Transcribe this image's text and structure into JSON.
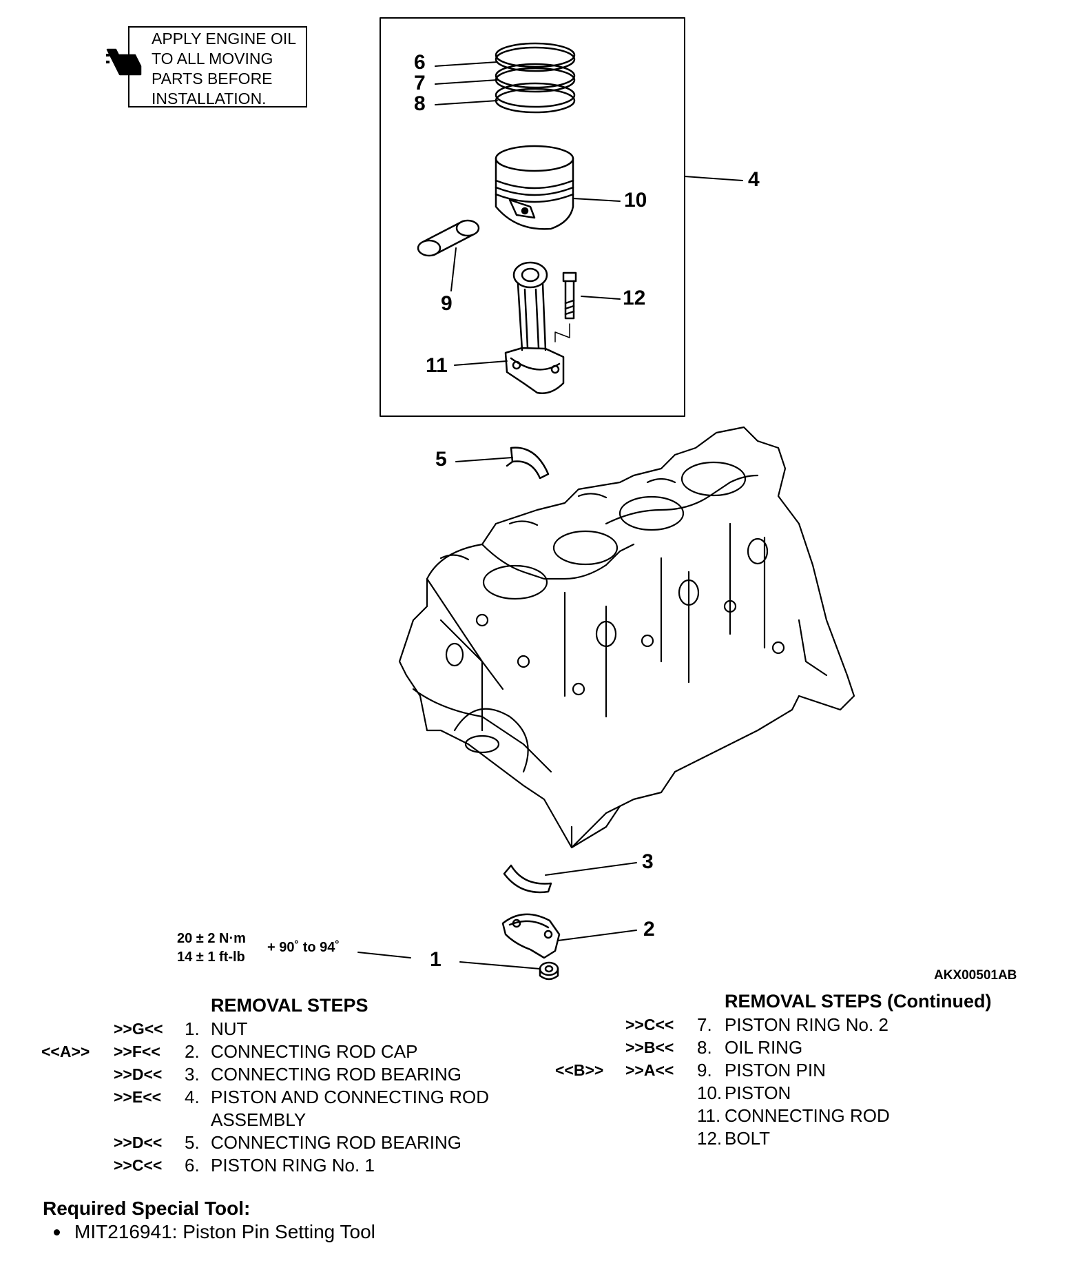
{
  "note": {
    "lines": [
      "APPLY ENGINE OIL",
      "TO ALL MOVING",
      "PARTS BEFORE",
      "INSTALLATION."
    ],
    "icon": "oil-can-icon"
  },
  "callouts": {
    "c1": "1",
    "c2": "2",
    "c3": "3",
    "c4": "4",
    "c5": "5",
    "c6": "6",
    "c7": "7",
    "c8": "8",
    "c9": "9",
    "c10": "10",
    "c11": "11",
    "c12": "12"
  },
  "torque": {
    "nm": "20 ± 2 N·m",
    "ftlb": "14 ± 1 ft-lb",
    "angle": "+ 90˚ to 94˚"
  },
  "figure_code": "AKX00501AB",
  "removal_left": {
    "heading": "REMOVAL STEPS",
    "items": [
      {
        "pre": "",
        "mark": ">>G<<",
        "num": "1.",
        "text": "NUT"
      },
      {
        "pre": "<<A>>",
        "mark": ">>F<<",
        "num": "2.",
        "text": "CONNECTING ROD CAP"
      },
      {
        "pre": "",
        "mark": ">>D<<",
        "num": "3.",
        "text": "CONNECTING ROD BEARING"
      },
      {
        "pre": "",
        "mark": ">>E<<",
        "num": "4.",
        "text": "PISTON AND CONNECTING ROD",
        "text2": "ASSEMBLY"
      },
      {
        "pre": "",
        "mark": ">>D<<",
        "num": "5.",
        "text": "CONNECTING ROD BEARING"
      },
      {
        "pre": "",
        "mark": ">>C<<",
        "num": "6.",
        "text": "PISTON RING No. 1"
      }
    ]
  },
  "removal_right": {
    "heading": "REMOVAL STEPS (Continued)",
    "items": [
      {
        "pre": "",
        "mark": ">>C<<",
        "num": "7.",
        "text": "PISTON RING No. 2"
      },
      {
        "pre": "",
        "mark": ">>B<<",
        "num": "8.",
        "text": "OIL RING"
      },
      {
        "pre": "<<B>>",
        "mark": ">>A<<",
        "num": "9.",
        "text": "PISTON PIN"
      },
      {
        "pre": "",
        "mark": "",
        "num": "10.",
        "text": "PISTON"
      },
      {
        "pre": "",
        "mark": "",
        "num": "11.",
        "text": "CONNECTING ROD"
      },
      {
        "pre": "",
        "mark": "",
        "num": "12.",
        "text": "BOLT"
      }
    ]
  },
  "special_tool": {
    "heading": "Required Special Tool:",
    "items": [
      "MIT216941: Piston Pin Setting Tool"
    ]
  }
}
